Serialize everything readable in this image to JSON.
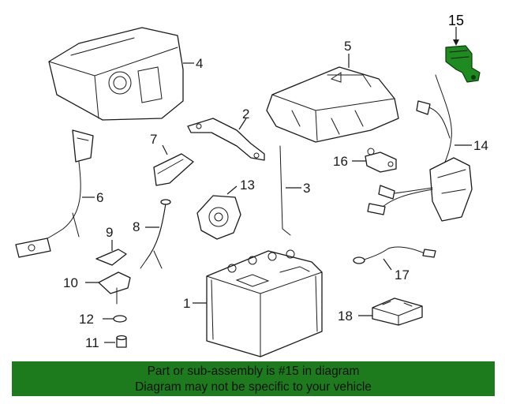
{
  "diagram": {
    "callouts": [
      {
        "id": "1",
        "label": "1"
      },
      {
        "id": "2",
        "label": "2"
      },
      {
        "id": "3",
        "label": "3"
      },
      {
        "id": "4",
        "label": "4"
      },
      {
        "id": "5",
        "label": "5"
      },
      {
        "id": "6",
        "label": "6"
      },
      {
        "id": "7",
        "label": "7"
      },
      {
        "id": "8",
        "label": "8"
      },
      {
        "id": "9",
        "label": "9"
      },
      {
        "id": "10",
        "label": "10"
      },
      {
        "id": "11",
        "label": "11"
      },
      {
        "id": "12",
        "label": "12"
      },
      {
        "id": "13",
        "label": "13"
      },
      {
        "id": "14",
        "label": "14"
      },
      {
        "id": "15",
        "label": "15"
      },
      {
        "id": "16",
        "label": "16"
      },
      {
        "id": "17",
        "label": "17"
      },
      {
        "id": "18",
        "label": "18"
      }
    ],
    "highlighted_part": "15",
    "highlight_color": "#1f8a1f"
  },
  "banner": {
    "line1": "Part or sub-assembly is #15 in diagram",
    "line2": "Diagram may not be specific to your vehicle",
    "background": "#1d7a1d"
  }
}
